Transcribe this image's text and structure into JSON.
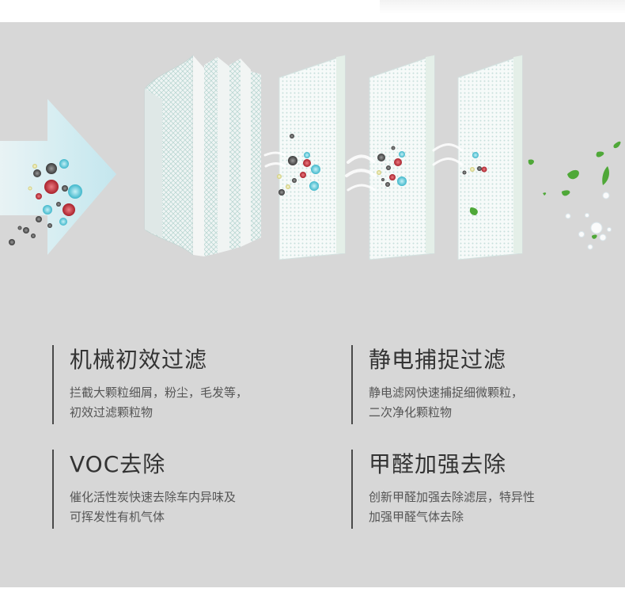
{
  "colors": {
    "panel_bg": "#d7d7d7",
    "arrow": "#c9e8ee",
    "particle_gray": "#555555",
    "particle_red": "#c0363f",
    "particle_cyan": "#5cc6d8",
    "particle_yellow": "#e2df96",
    "leaf_green": "#4fa838"
  },
  "features": [
    {
      "title": "机械初效过滤",
      "desc_line1": "拦截大颗粒细屑，粉尘，毛发等，",
      "desc_line2": "初效过滤颗粒物"
    },
    {
      "title": "静电捕捉过滤",
      "desc_line1": "静电滤网快速捕捉细微颗粒，",
      "desc_line2": "二次净化颗粒物"
    },
    {
      "title": "VOC去除",
      "desc_line1": "催化活性炭快速去除车内异味及",
      "desc_line2": "可挥发性有机气体"
    },
    {
      "title": "甲醛加强去除",
      "desc_line1": "创新甲醛加强去除滤层，特异性",
      "desc_line2": "加强甲醛气体去除"
    }
  ]
}
